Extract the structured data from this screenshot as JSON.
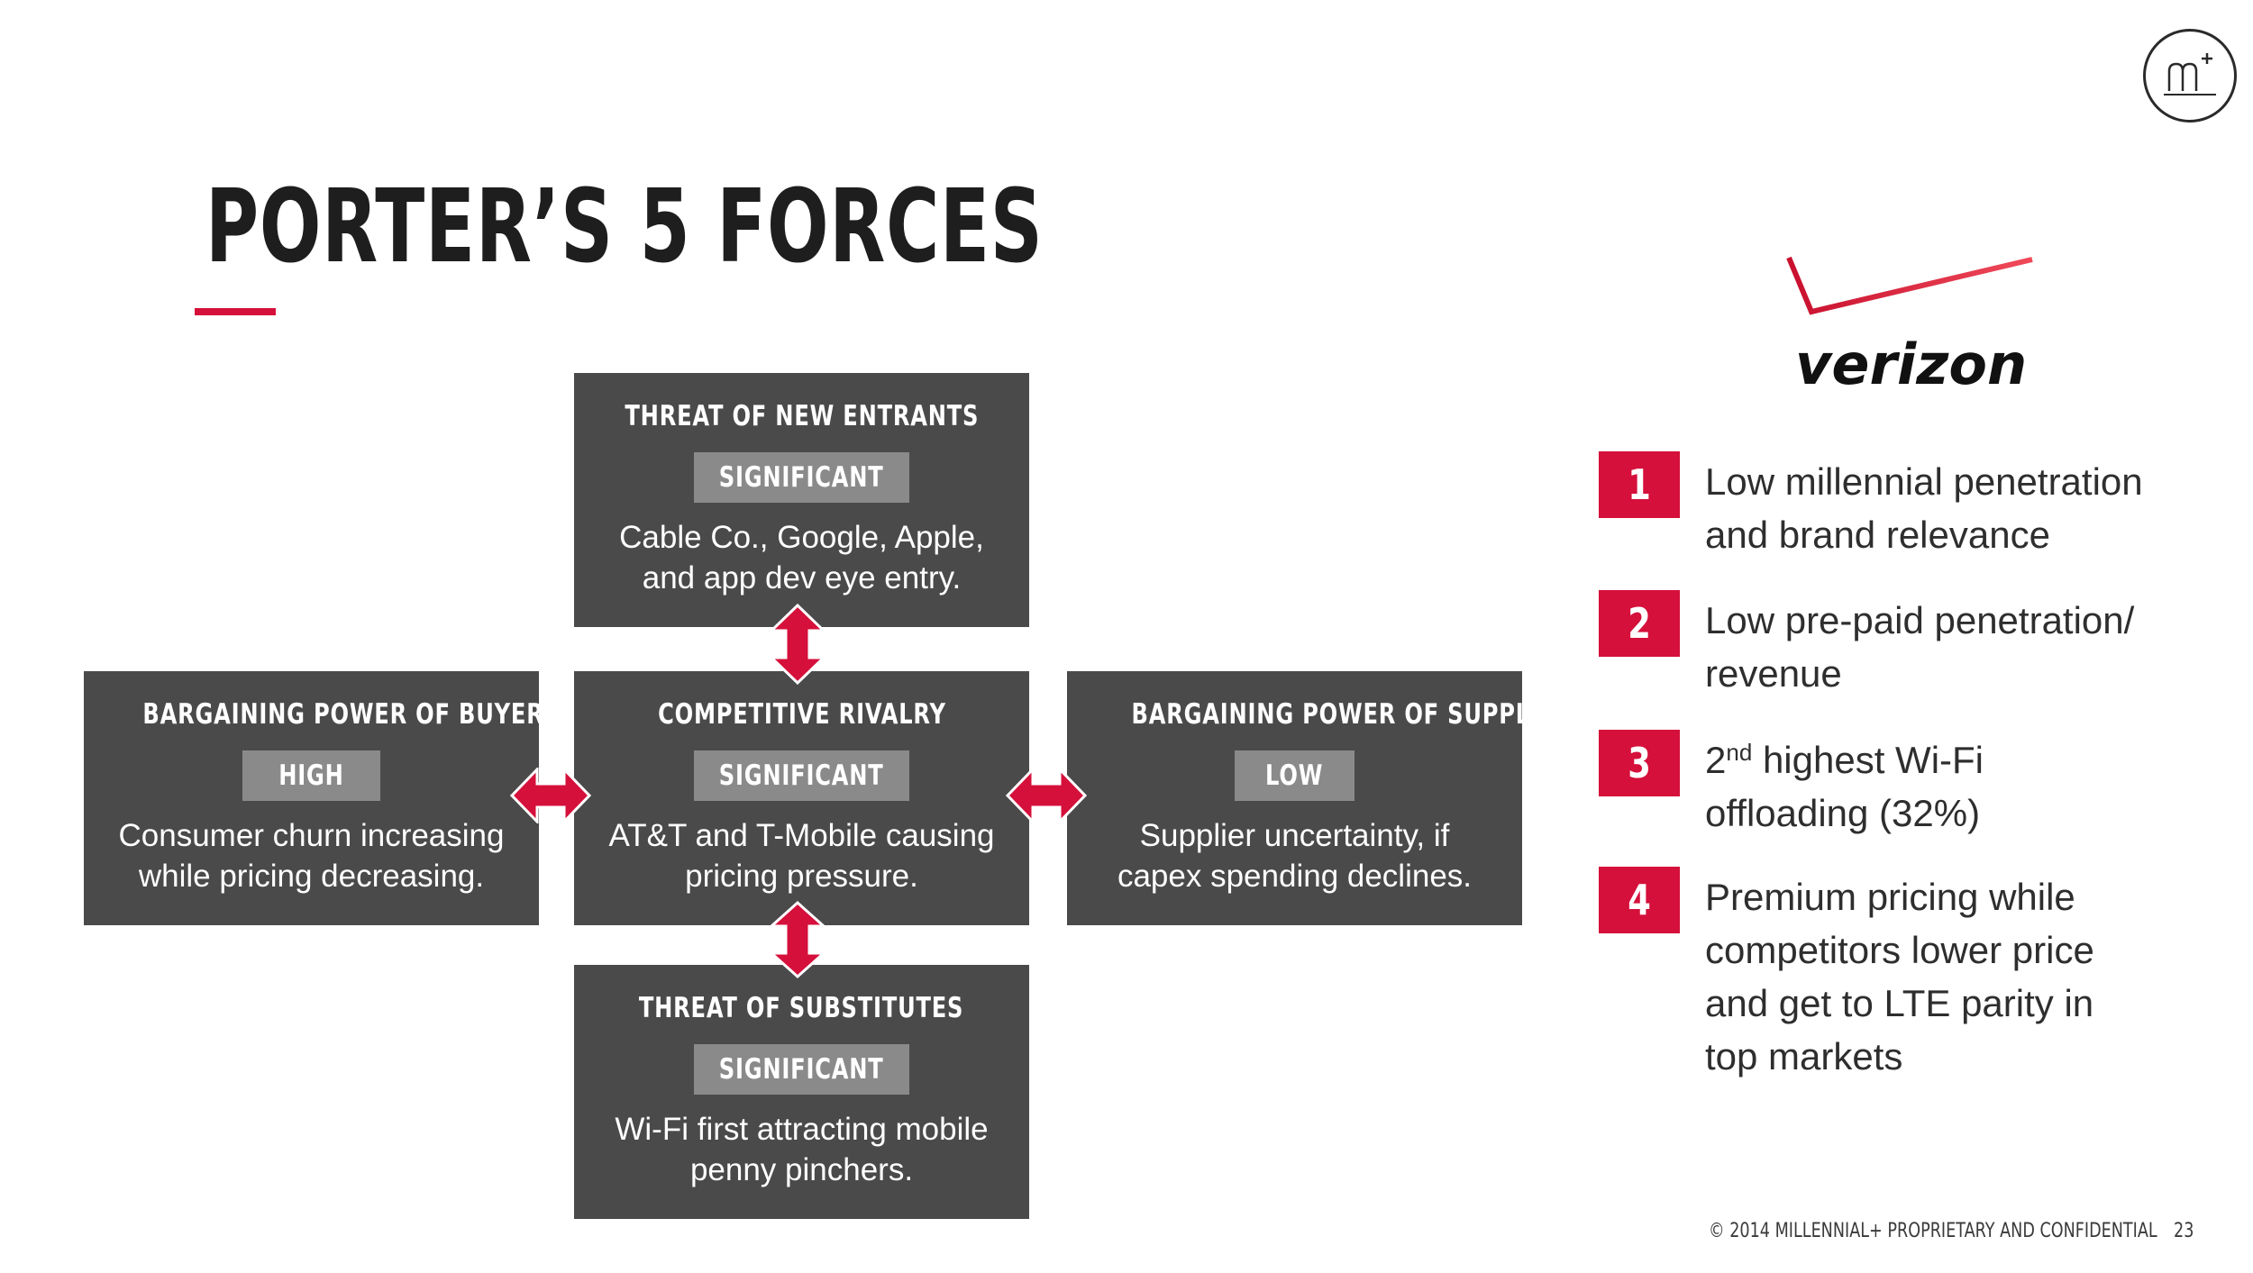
{
  "title": "PORTER’S 5 FORCES",
  "colors": {
    "accent": "#d5103b",
    "box": "#4a4a4a",
    "badge": "#8a8a8a"
  },
  "brand_logo": {
    "icon": "millennial-plus-logo-icon",
    "text": "m+"
  },
  "forces": {
    "new_entrants": {
      "title": "THREAT OF NEW ENTRANTS",
      "level": "SIGNIFICANT",
      "line1": "Cable Co., Google, Apple,",
      "line2": "and app dev eye entry."
    },
    "buyers": {
      "title": "BARGAINING POWER OF BUYERS",
      "level": "HIGH",
      "line1": "Consumer churn increasing",
      "line2": "while pricing decreasing."
    },
    "rivalry": {
      "title": "COMPETITIVE RIVALRY",
      "level": "SIGNIFICANT",
      "line1": "AT&T and T-Mobile causing",
      "line2": "pricing pressure."
    },
    "suppliers": {
      "title": "BARGAINING POWER OF SUPPLIERS",
      "level": "LOW",
      "line1": "Supplier uncertainty, if",
      "line2": "capex spending declines."
    },
    "substitutes": {
      "title": "THREAT OF SUBSTITUTES",
      "level": "SIGNIFICANT",
      "line1": "Wi-Fi first attracting mobile",
      "line2": "penny pinchers."
    }
  },
  "company_logo": {
    "icon": "verizon-logo-icon",
    "text": "verizon"
  },
  "points": [
    {
      "number": "1",
      "line1": "Low millennial penetration",
      "line2": "and brand relevance"
    },
    {
      "number": "2",
      "line1": "Low pre-paid penetration/",
      "line2": "revenue"
    },
    {
      "number": "3",
      "prefix": "2",
      "sup": "nd",
      "suffix": " highest Wi-Fi",
      "line2": "offloading (32%)"
    },
    {
      "number": "4",
      "line1": "Premium pricing while",
      "line2": "competitors lower price",
      "line3": "and get to LTE parity in",
      "line4": "top markets"
    }
  ],
  "footer": {
    "copyright": "© 2014 MILLENNIAL+ PROPRIETARY AND CONFIDENTIAL",
    "page_number": "23"
  }
}
